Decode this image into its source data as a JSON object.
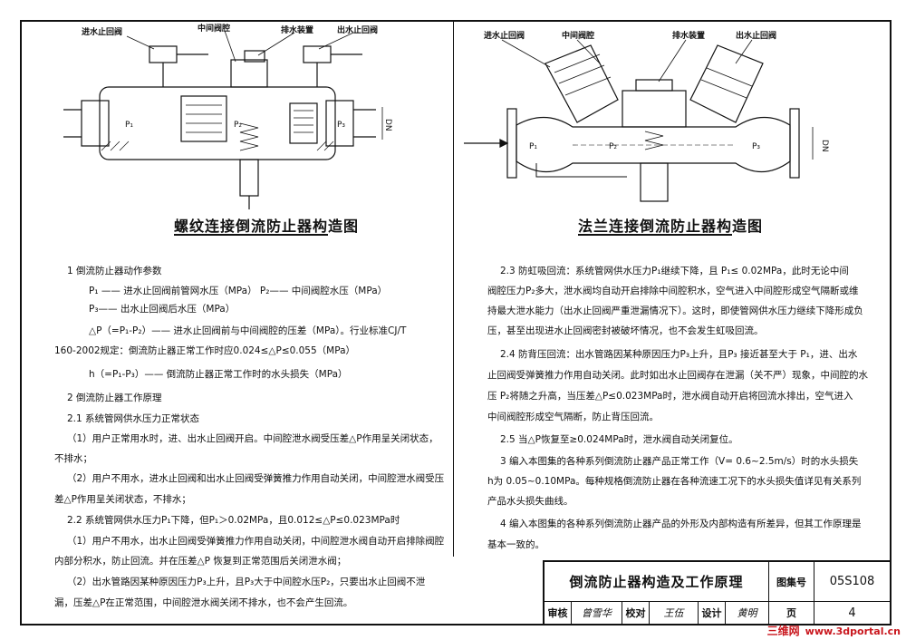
{
  "left_diagram": {
    "labels": [
      "进水止回阀",
      "中间阀腔",
      "排水装置",
      "出水止回阀"
    ],
    "pressures": [
      "P₁",
      "P₂",
      "P₃"
    ],
    "dn": "DN",
    "caption": "螺纹连接倒流防止器构造图"
  },
  "right_diagram": {
    "labels": [
      "进水止回阀",
      "中间阀腔",
      "排水装置",
      "出水止回阀"
    ],
    "pressures": [
      "P₁",
      "P₂",
      "P₃"
    ],
    "dn": "DN",
    "caption": "法兰连接倒流防止器构造图"
  },
  "left_text": [
    "1  倒流防止器动作参数",
    "P₁ —— 进水止回阀前管网水压（MPa）                  P₂—— 中间阀腔水压（MPa）",
    "P₃—— 出水止回阀后水压（MPa）",
    "△P（=P₁-P₂）—— 进水止回阀前与中间阀腔的压差（MPa）。行业标准CJ/T",
    "160-2002规定：倒流防止器正常工作时应0.024≤△P≤0.055（MPa）",
    "h（=P₁-P₃）—— 倒流防止器正常工作时的水头损失（MPa）",
    "2  倒流防止器工作原理",
    "2.1  系统管网供水压力正常状态",
    "（1）用户正常用水时，进、出水止回阀开启。中间腔泄水阀受压差△P作用呈关闭状态，",
    "不排水；",
    "（2）用户不用水，进水止回阀和出水止回阀受弹簧推力作用自动关闭，中间腔泄水阀受压",
    "差△P作用呈关闭状态，不排水；",
    "2.2  系统管网供水压力P₁下降，但P₁＞0.02MPa，且0.012≤△P≤0.023MPa时",
    "（1）用户不用水，出水止回阀受弹簧推力作用自动关闭，中间腔泄水阀自动开启排除阀腔",
    "内部分积水，防止回流。并在压差△P 恢复到正常范围后关闭泄水阀；",
    "（2）出水管路因某种原因压力P₃上升，且P₃大于中间腔水压P₂，只要出水止回阀不泄",
    "漏，压差△P在正常范围，中间腔泄水阀关闭不排水，也不会产生回流。"
  ],
  "right_text": [
    "2.3  防虹吸回流：系统管网供水压力P₁继续下降，且 P₁≤ 0.02MPa，此时无论中间",
    "阀腔压力P₂多大，泄水阀均自动开启排除中间腔积水，空气进入中间腔形成空气隔断或维",
    "持最大泄水能力（出水止回阀严重泄漏情况下）。这时，即使管网供水压力继续下降形成负",
    "压，甚至出现进水止回阀密封被破坏情况，也不会发生虹吸回流。",
    "2.4  防背压回流：出水管路因某种原因压力P₃上升，且P₃ 接近甚至大于 P₁，进、出水",
    "止回阀受弹簧推力作用自动关闭。此时如出水止回阀存在泄漏（关不严）现象，中间腔的水",
    "压 P₂将随之升高，当压差△P≤0.023MPa时，泄水阀自动开启将回流水排出，空气进入",
    "中间阀腔形成空气隔断，防止背压回流。",
    "2.5  当△P恢复至≥0.024MPa时，泄水阀自动关闭复位。",
    "3  编入本图集的各种系列倒流防止器产品正常工作（V= 0.6~2.5m/s）时的水头损失",
    "h为 0.05~0.10MPa。每种规格倒流防止器在各种流速工况下的水头损失值详见有关系列",
    "产品水头损失曲线。",
    "4  编入本图集的各种系列倒流防止器产品的外形及内部构造有所差异，但其工作原理是",
    "基本一致的。"
  ],
  "title_block": {
    "title": "倒流防止器构造及工作原理",
    "atlas_label": "图集号",
    "atlas_no": "05S108",
    "review_label": "审核",
    "review_sign": "曾雪华",
    "check_label": "校对",
    "check_sign": "王伍",
    "design_label": "设计",
    "design_sign": "黄明",
    "page_label": "页",
    "page_no": "4"
  },
  "watermark": {
    "brand": "三维网",
    "url": "www.3dportal.cn"
  }
}
